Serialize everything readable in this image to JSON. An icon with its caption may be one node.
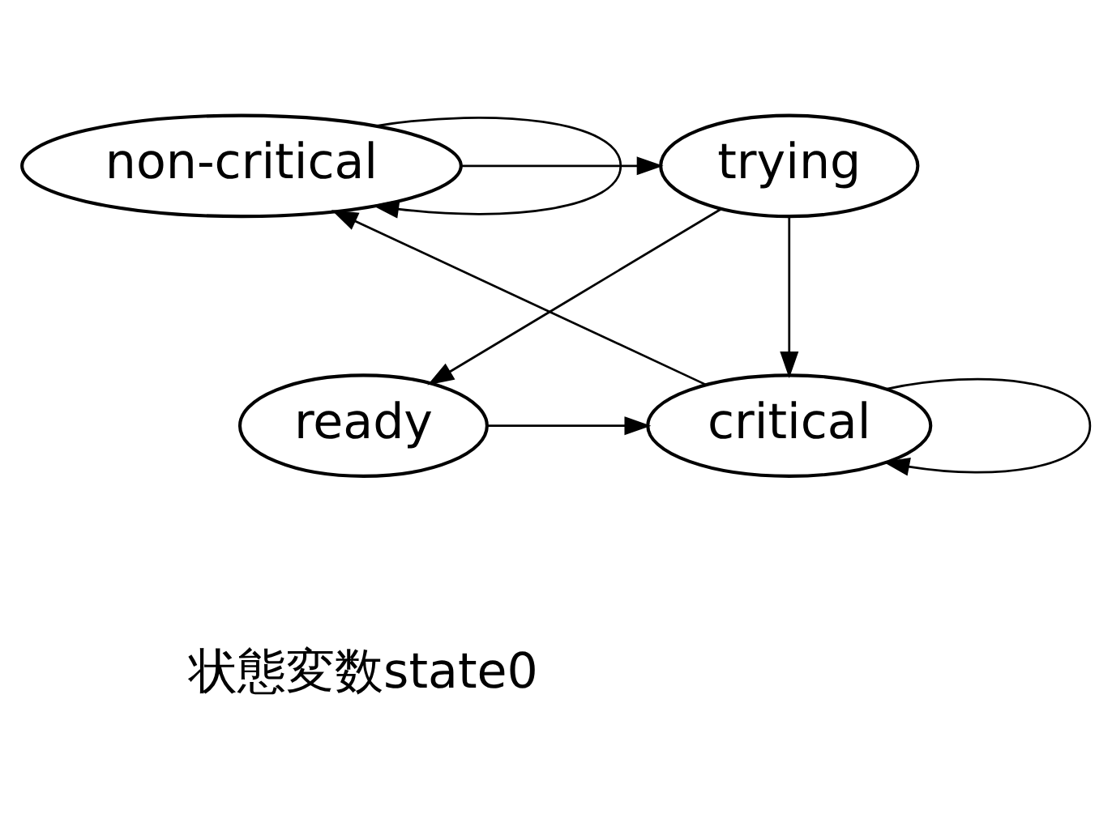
{
  "diagram": {
    "nodes": [
      {
        "text": [
          "non-critical"
        ]
      },
      {
        "text": [
          "trying"
        ]
      },
      {
        "text": [
          "critical"
        ]
      },
      {
        "text": [
          "ready"
        ]
      }
    ],
    "edges": [
      {
        "from": 0,
        "to": 0,
        "arrow": "to"
      },
      {
        "from": 0,
        "to": 1,
        "arrow": "to"
      },
      {
        "from": 1,
        "to": 3,
        "arrow": "to"
      },
      {
        "from": 1,
        "to": 2,
        "arrow": "to"
      },
      {
        "from": 3,
        "to": 2,
        "arrow": "to"
      },
      {
        "from": 2,
        "to": 0,
        "arrow": "to"
      },
      {
        "from": 2,
        "to": 2,
        "arrow": "to"
      }
    ],
    "labels": [
      "状態変数state0"
    ]
  }
}
